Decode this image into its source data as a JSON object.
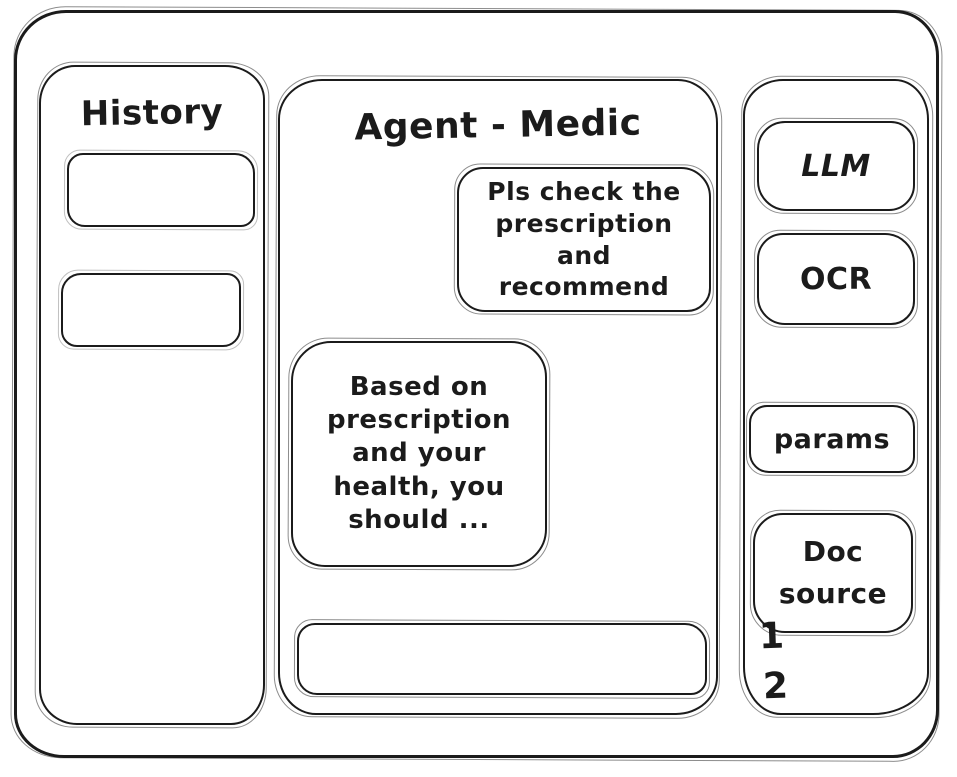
{
  "theme": {
    "ink": "#1b1b1b",
    "surface": "#ffffff"
  },
  "history_panel": {
    "title": "History",
    "items": [
      {
        "label": ""
      },
      {
        "label": ""
      }
    ]
  },
  "chat_panel": {
    "title": "Agent - Medic",
    "messages": [
      {
        "role": "user",
        "text": "Pls check the prescription and recommend"
      },
      {
        "role": "agent",
        "text": "Based on prescription and your health, you should ..."
      }
    ],
    "input": {
      "value": "",
      "placeholder": ""
    }
  },
  "tools_panel": {
    "buttons": [
      {
        "id": "llm",
        "label": "LLM"
      },
      {
        "id": "ocr",
        "label": "OCR"
      },
      {
        "id": "params",
        "label": "params"
      },
      {
        "id": "doc-source",
        "label": "Doc source"
      }
    ],
    "doc_source_items": [
      "1",
      "2"
    ]
  }
}
